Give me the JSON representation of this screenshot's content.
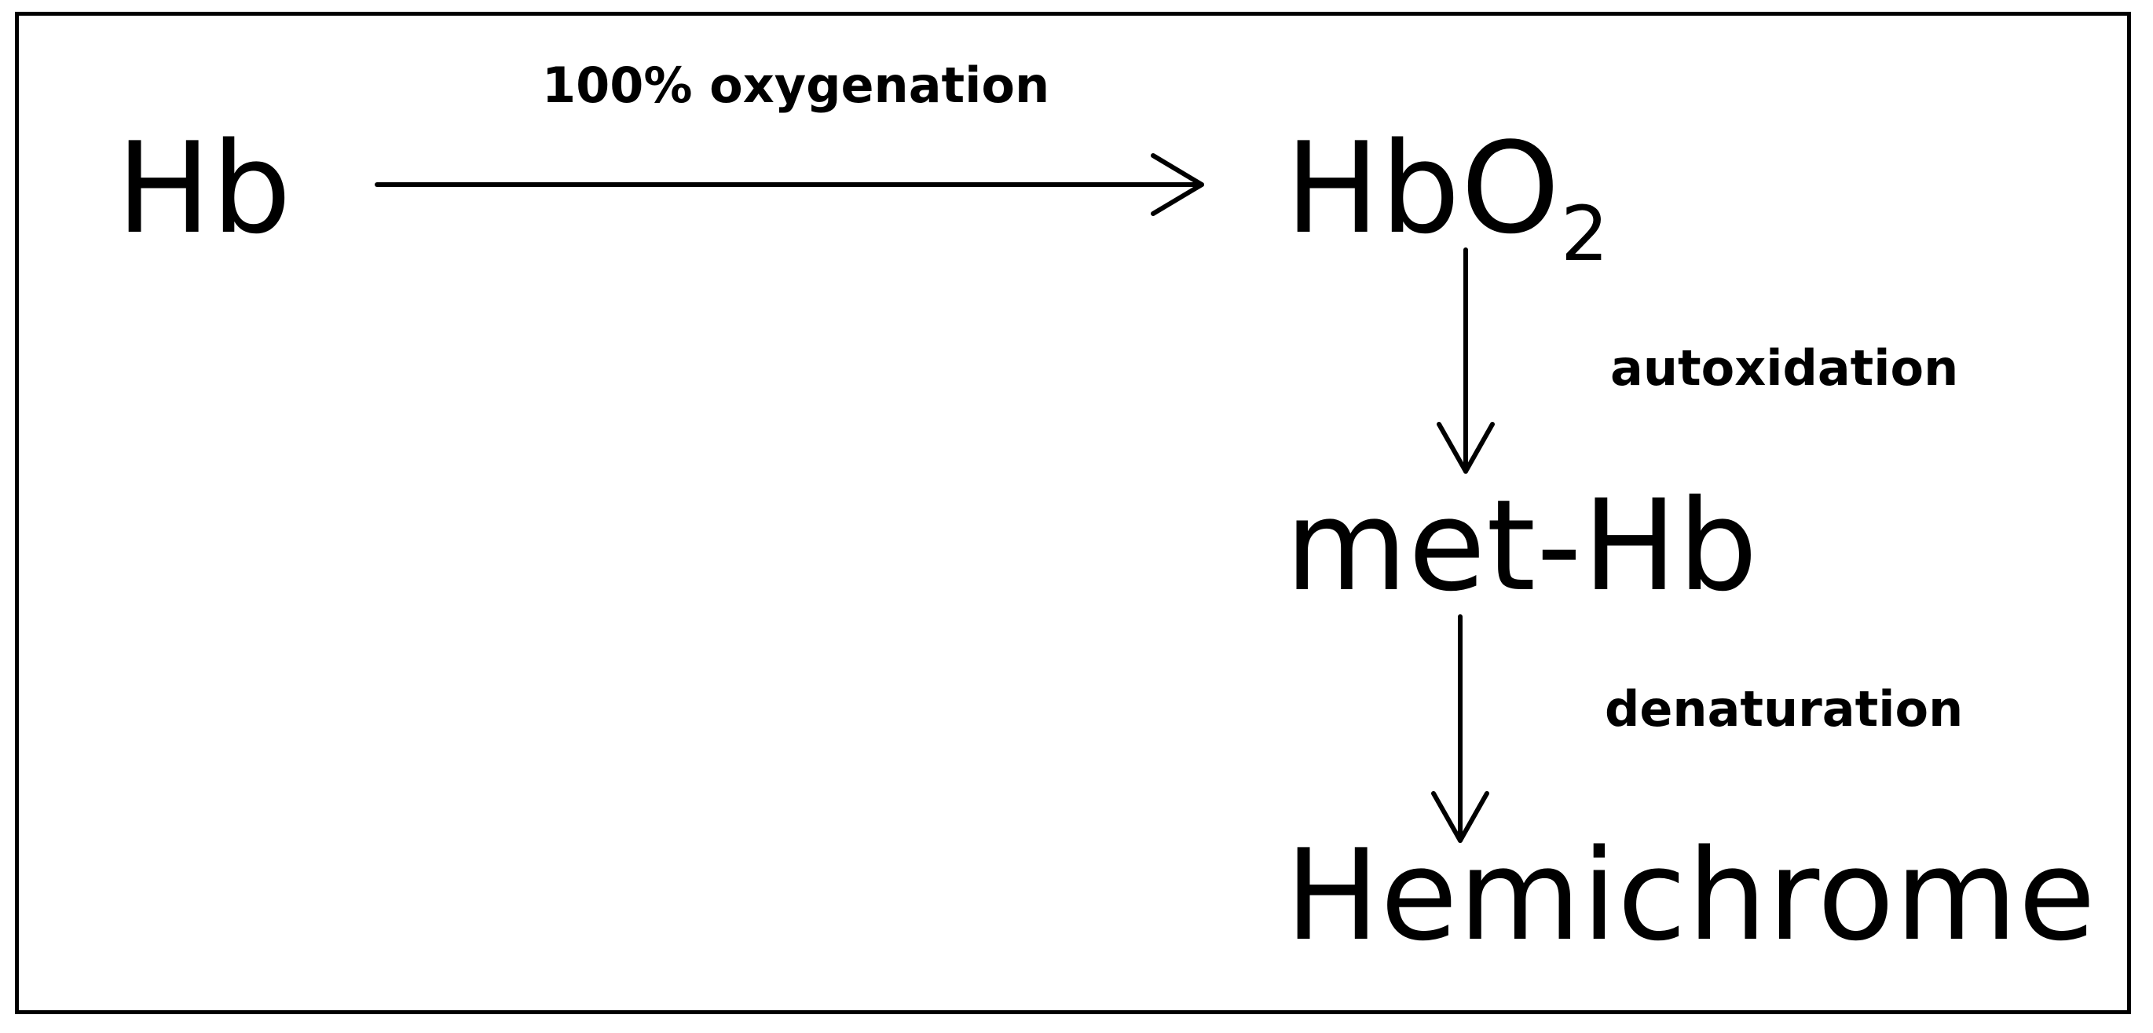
{
  "diagram": {
    "nodes": {
      "hb": "Hb",
      "hbo2_main": "HbO",
      "hbo2_subscript": "2",
      "methb": "met-Hb",
      "hemichrome": "Hemichrome"
    },
    "edges": {
      "oxygenation": "100% oxygenation",
      "autoxidation": "autoxidation",
      "denaturation": "denaturation"
    },
    "colors": {
      "ink": "#000000",
      "background": "#ffffff"
    }
  }
}
